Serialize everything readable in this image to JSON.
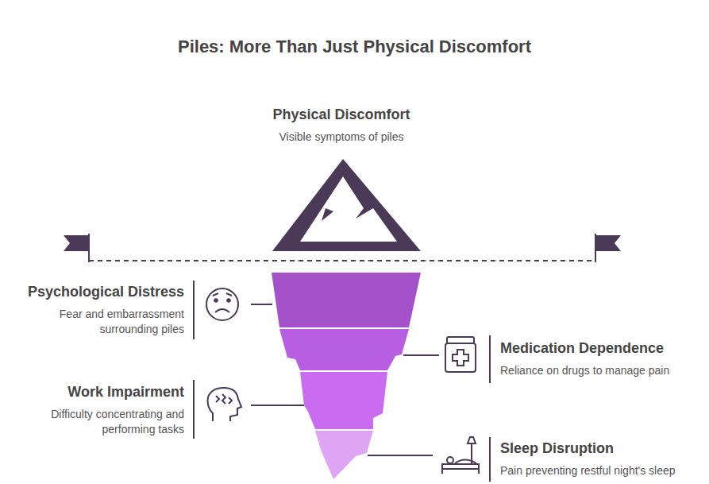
{
  "diagram": {
    "title": "Piles: More Than Just Physical Discomfort",
    "nodes": [
      {
        "text": [
          "Physical Discomfort",
          "Visible symptoms of piles"
        ]
      },
      {
        "text": [
          "Psychological Distress",
          "Fear and embarrassment surrounding piles"
        ]
      },
      {
        "text": [
          "Medication Dependence",
          "Reliance on drugs to manage pain"
        ]
      },
      {
        "text": [
          "Work Impairment",
          "Difficulty concentrating and performing tasks"
        ]
      },
      {
        "text": [
          "Sleep Disruption",
          "Pain preventing restful night's sleep"
        ]
      }
    ]
  }
}
